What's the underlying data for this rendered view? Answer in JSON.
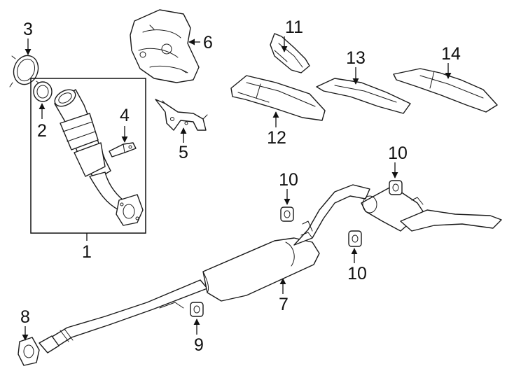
{
  "callouts": {
    "c1": "1",
    "c2": "2",
    "c3": "3",
    "c4": "4",
    "c5": "5",
    "c6": "6",
    "c7": "7",
    "c8": "8",
    "c9": "9",
    "c10a": "10",
    "c10b": "10",
    "c10c": "10",
    "c11": "11",
    "c12": "12",
    "c13": "13",
    "c14": "14"
  },
  "icons": {
    "part1": "catalytic-converter-icon",
    "part2": "gasket-icon",
    "part3": "clamp-icon",
    "part4": "bracket-icon",
    "part5": "bracket-icon",
    "part6": "heat-shield-icon",
    "part7": "muffler-pipe-icon",
    "part8": "gasket-icon",
    "part9": "hanger-icon",
    "part10": "hanger-icon",
    "part11": "heat-shield-icon",
    "part12": "heat-shield-icon",
    "part13": "heat-shield-icon",
    "part14": "heat-shield-icon"
  },
  "colors": {
    "line": "#1a1a1a",
    "background": "#ffffff"
  }
}
